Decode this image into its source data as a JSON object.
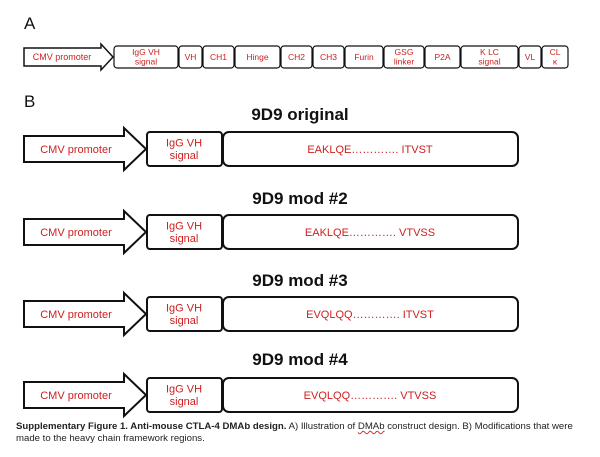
{
  "panel_a": {
    "letter": "A",
    "segments": [
      {
        "id": "cmv",
        "lines": [
          "CMV promoter"
        ]
      },
      {
        "id": "igg-vh-signal",
        "lines": [
          "IgG VH",
          "signal"
        ]
      },
      {
        "id": "vh",
        "lines": [
          "VH"
        ]
      },
      {
        "id": "ch1",
        "lines": [
          "CH1"
        ]
      },
      {
        "id": "hinge",
        "lines": [
          "Hinge"
        ]
      },
      {
        "id": "ch2",
        "lines": [
          "CH2"
        ]
      },
      {
        "id": "ch3",
        "lines": [
          "CH3"
        ]
      },
      {
        "id": "furin",
        "lines": [
          "Furin"
        ]
      },
      {
        "id": "gsg-linker",
        "lines": [
          "GSG",
          "linker"
        ]
      },
      {
        "id": "p2a",
        "lines": [
          "P2A"
        ]
      },
      {
        "id": "k-lc-signal",
        "lines": [
          "K LC",
          "signal"
        ]
      },
      {
        "id": "vl",
        "lines": [
          "VL"
        ]
      },
      {
        "id": "cl-k",
        "lines": [
          "CL",
          "κ"
        ]
      }
    ]
  },
  "panel_b": {
    "letter": "B",
    "constructs": [
      {
        "title": "9D9 original",
        "promoter": "CMV promoter",
        "signal": [
          "IgG VH",
          "signal"
        ],
        "sequence": "EAKLQE…………. ITVST"
      },
      {
        "title": "9D9 mod #2",
        "promoter": "CMV promoter",
        "signal": [
          "IgG VH",
          "signal"
        ],
        "sequence": "EAKLQE…………. VTVSS"
      },
      {
        "title": "9D9 mod #3",
        "promoter": "CMV promoter",
        "signal": [
          "IgG VH",
          "signal"
        ],
        "sequence": "EVQLQQ…………. ITVST"
      },
      {
        "title": "9D9 mod #4",
        "promoter": "CMV promoter",
        "signal": [
          "IgG VH",
          "signal"
        ],
        "sequence": "EVQLQQ…………. VTVSS"
      }
    ]
  },
  "caption": {
    "bold": "Supplementary Figure 1. Anti-mouse CTLA-4 DMAb design.",
    "text_1": " A) Illustration of ",
    "dmab": "DMAb",
    "text_2": " construct design. B) Modifications that were made to the heavy chain framework regions."
  },
  "colors": {
    "label_red": "#cc1f1f",
    "outline": "#111111",
    "title": "#111111"
  }
}
